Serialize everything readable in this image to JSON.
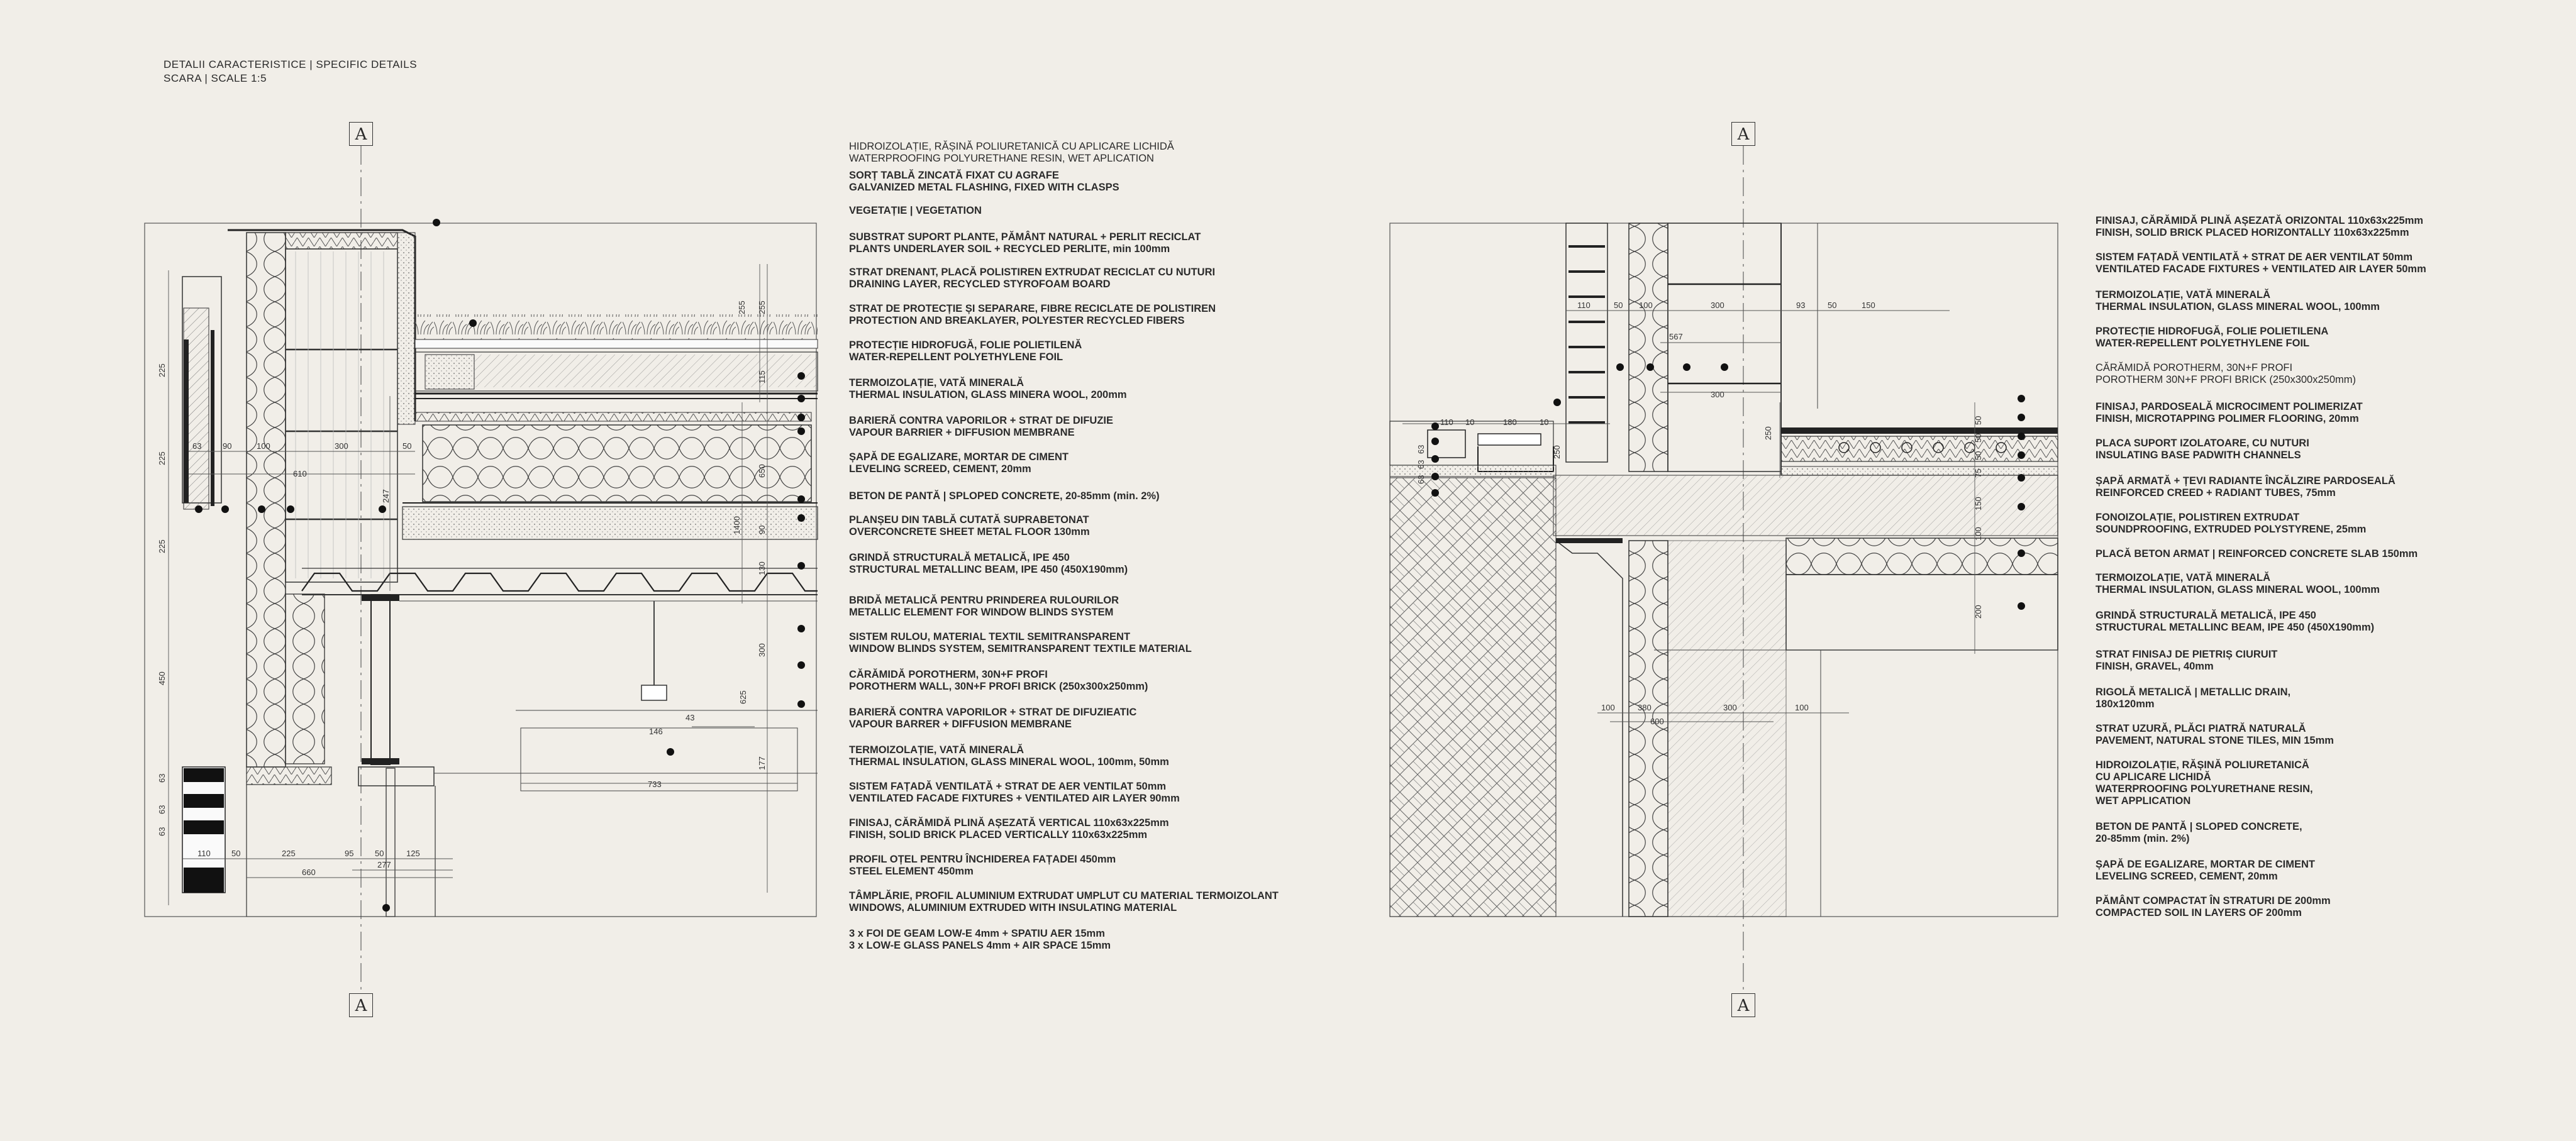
{
  "sheet": {
    "title": "DETALII CARACTERISTICE | SPECIFIC DETAILS",
    "scale": "SCARA | SCALE 1:5"
  },
  "section_marker": "A",
  "left_detail": {
    "legend": [
      {
        "lines": [
          "HIDROIZOLAȚIE, RĂȘINĂ POLIURETANICĂ CU APLICARE LICHIDĂ",
          "WATERPROOFING POLYURETHANE RESIN, WET APLICATION"
        ],
        "weight": "light"
      },
      {
        "lines": [
          "SORȚ TABLĂ ZINCATĂ FIXAT CU AGRAFE",
          "GALVANIZED METAL FLASHING, FIXED WITH CLASPS"
        ]
      },
      {
        "lines": [
          "VEGETAȚIE | VEGETATION"
        ]
      },
      {
        "lines": [
          "SUBSTRAT SUPORT PLANTE, PĂMÂNT NATURAL + PERLIT RECICLAT",
          "PLANTS UNDERLAYER SOIL + RECYCLED PERLITE, min 100mm"
        ]
      },
      {
        "lines": [
          "STRAT DRENANT, PLACĂ POLISTIREN EXTRUDAT RECICLAT CU NUTURI",
          "DRAINING LAYER, RECYCLED STYROFOAM BOARD"
        ]
      },
      {
        "lines": [
          "STRAT DE PROTECȚIE ȘI SEPARARE, FIBRE RECICLATE DE POLISTIREN",
          "PROTECTION AND BREAKLAYER, POLYESTER RECYCLED FIBERS"
        ]
      },
      {
        "lines": [
          "PROTECȚIE HIDROFUGĂ, FOLIE POLIETILENĂ",
          "WATER-REPELLENT POLYETHYLENE FOIL"
        ]
      },
      {
        "lines": [
          "TERMOIZOLAȚIE, VATĂ MINERALĂ",
          "THERMAL INSULATION, GLASS MINERA WOOL, 200mm"
        ]
      },
      {
        "lines": [
          "BARIERĂ CONTRA VAPORILOR + STRAT DE DIFUZIE",
          "VAPOUR BARRIER + DIFFUSION MEMBRANE"
        ]
      },
      {
        "lines": [
          "ȘAPĂ DE EGALIZARE, MORTAR DE CIMENT",
          "LEVELING SCREED, CEMENT, 20mm"
        ]
      },
      {
        "lines": [
          "BETON DE PANTĂ | SPLOPED CONCRETE, 20-85mm (min. 2%)"
        ]
      },
      {
        "lines": [
          "PLANȘEU DIN TABLĂ CUTATĂ SUPRABETONAT",
          "OVERCONCRETE SHEET METAL FLOOR 130mm"
        ]
      },
      {
        "lines": [
          "GRINDĂ STRUCTURALĂ METALICĂ, IPE 450",
          "STRUCTURAL METALLINC BEAM, IPE 450 (450X190mm)"
        ]
      },
      {
        "lines": [
          "BRIDĂ METALICĂ PENTRU PRINDEREA RULOURILOR",
          "METALLIC ELEMENT FOR WINDOW BLINDS SYSTEM"
        ]
      },
      {
        "lines": [
          "SISTEM RULOU, MATERIAL TEXTIL SEMITRANSPARENT",
          "WINDOW BLINDS SYSTEM, SEMITRANSPARENT TEXTILE MATERIAL"
        ]
      },
      {
        "lines": [
          "CĂRĂMIDĂ POROTHERM, 30N+F PROFI",
          "POROTHERM WALL, 30N+F PROFI BRICK (250x300x250mm)"
        ]
      },
      {
        "lines": [
          "BARIERĂ CONTRA VAPORILOR + STRAT DE DIFUZIEATIC",
          "VAPOUR BARRER + DIFFUSION MEMBRANE"
        ]
      },
      {
        "lines": [
          "TERMOIZOLAȚIE, VATĂ MINERALĂ",
          "THERMAL INSULATION, GLASS MINERAL WOOL, 100mm, 50mm"
        ]
      },
      {
        "lines": [
          "SISTEM FAȚADĂ VENTILATĂ  + STRAT DE AER VENTILAT 50mm",
          "VENTILATED FACADE FIXTURES + VENTILATED AIR LAYER 90mm"
        ]
      },
      {
        "lines": [
          "FINISAJ, CĂRĂMIDĂ PLINĂ AȘEZATĂ VERTICAL 110x63x225mm",
          "FINISH, SOLID BRICK PLACED VERTICALLY 110x63x225mm"
        ]
      },
      {
        "lines": [
          "PROFIL OȚEL PENTRU ÎNCHIDEREA FAȚADEI 450mm",
          "STEEL ELEMENT 450mm"
        ]
      },
      {
        "lines": [
          "TÂMPLĂRIE, PROFIL ALUMINIUM EXTRUDAT UMPLUT CU MATERIAL TERMOIZOLANT",
          "WINDOWS, ALUMINIUM EXTRUDED WITH INSULATING MATERIAL"
        ]
      },
      {
        "lines": [
          "3 x FOI DE GEAM LOW-E 4mm + SPATIU AER 15mm",
          "3 x LOW-E GLASS PANELS 4mm + AIR SPACE 15mm"
        ]
      }
    ],
    "dimensions": {
      "horizontal_top": [
        "63",
        "90",
        "100",
        "300",
        "50"
      ],
      "horizontal_mid": [
        "610"
      ],
      "horizontal_bottom": [
        "110",
        "50",
        "225",
        "95",
        "50",
        "125"
      ],
      "horizontal_totals": [
        "277",
        "660"
      ],
      "window": [
        "146",
        "43",
        "733"
      ],
      "vertical_left": [
        "225",
        "225",
        "225",
        "450",
        "63",
        "63",
        "63"
      ],
      "vertical_right": [
        "255",
        "255",
        "115",
        "650",
        "90",
        "130",
        "1400",
        "300",
        "625",
        "177",
        "247"
      ]
    }
  },
  "right_detail": {
    "legend": [
      {
        "lines": [
          "FINISAJ, CĂRĂMIDĂ PLINĂ AȘEZATĂ ORIZONTAL 110x63x225mm",
          "FINISH, SOLID BRICK PLACED HORIZONTALLY 110x63x225mm"
        ]
      },
      {
        "lines": [
          "SISTEM FAȚADĂ VENTILATĂ  + STRAT DE AER VENTILAT 50mm",
          "VENTILATED FACADE FIXTURES + VENTILATED AIR LAYER 50mm"
        ]
      },
      {
        "lines": [
          "TERMOIZOLAȚIE, VATĂ MINERALĂ",
          "THERMAL INSULATION, GLASS MINERAL WOOL, 100mm"
        ]
      },
      {
        "lines": [
          "PROTECȚIE HIDROFUGĂ, FOLIE POLIETILENA",
          "WATER-REPELLENT POLYETHYLENE FOIL"
        ]
      },
      {
        "lines": [
          "CĂRĂMIDĂ POROTHERM, 30N+F PROFI",
          "POROTHERM 30N+F PROFI BRICK (250x300x250mm)"
        ],
        "weight": "light"
      },
      {
        "lines": [
          "FINISAJ, PARDOSEALĂ MICROCIMENT POLIMERIZAT",
          "FINISH, MICROTAPPING POLIMER FLOORING, 20mm"
        ]
      },
      {
        "lines": [
          "PLACA SUPORT IZOLATOARE, CU NUTURI",
          "INSULATING BASE PADWITH CHANNELS"
        ]
      },
      {
        "lines": [
          "ȘAPĂ ARMATĂ + ȚEVI RADIANTE ÎNCĂLZIRE PARDOSEALĂ",
          "REINFORCED CREED + RADIANT TUBES, 75mm"
        ]
      },
      {
        "lines": [
          "FONOIZOLAȚIE, POLISTIREN EXTRUDAT",
          "SOUNDPROOFING, EXTRUDED POLYSTYRENE, 25mm"
        ]
      },
      {
        "lines": [
          "PLACĂ BETON ARMAT | REINFORCED CONCRETE SLAB 150mm"
        ]
      },
      {
        "lines": [
          "TERMOIZOLAȚIE, VATĂ MINERALĂ",
          "THERMAL INSULATION, GLASS MINERAL WOOL, 100mm"
        ]
      },
      {
        "lines": [
          "GRINDĂ STRUCTURALĂ METALICĂ, IPE 450",
          "STRUCTURAL METALLINC BEAM, IPE 450 (450X190mm)"
        ]
      },
      {
        "lines": [
          "STRAT FINISAJ DE PIETRIȘ CIURUIT",
          "FINISH, GRAVEL, 40mm"
        ]
      },
      {
        "lines": [
          "RIGOLĂ METALICĂ | METALLIC DRAIN,",
          "180x120mm"
        ]
      },
      {
        "lines": [
          "STRAT UZURĂ, PLĂCI PIATRĂ NATURALĂ",
          "PAVEMENT, NATURAL STONE TILES, MIN 15mm"
        ]
      },
      {
        "lines": [
          "HIDROIZOLAȚIE, RĂȘINĂ POLIURETANICĂ",
          "CU APLICARE LICHIDĂ",
          "WATERPROOFING POLYURETHANE RESIN,",
          "WET APPLICATION"
        ]
      },
      {
        "lines": [
          "BETON DE PANTĂ | SLOPED CONCRETE,",
          "20-85mm (min. 2%)"
        ]
      },
      {
        "lines": [
          "ȘAPĂ DE EGALIZARE, MORTAR DE CIMENT",
          "LEVELING SCREED, CEMENT, 20mm"
        ]
      },
      {
        "lines": [
          "PĂMÂNT COMPACTAT ÎN STRATURI DE 200mm",
          "COMPACTED SOIL IN LAYERS OF 200mm"
        ]
      }
    ],
    "dimensions": {
      "top": [
        "110",
        "50",
        "100",
        "300",
        "93",
        "50",
        "150"
      ],
      "mid": [
        "567",
        "300"
      ],
      "ground": [
        "110",
        "10",
        "180",
        "10"
      ],
      "left": [
        "63",
        "63",
        "63"
      ],
      "bottom": [
        "100",
        "380",
        "300",
        "100",
        "600"
      ],
      "vertical": [
        "250",
        "50",
        "50",
        "50",
        "75",
        "150",
        "100",
        "200",
        "250"
      ]
    }
  }
}
